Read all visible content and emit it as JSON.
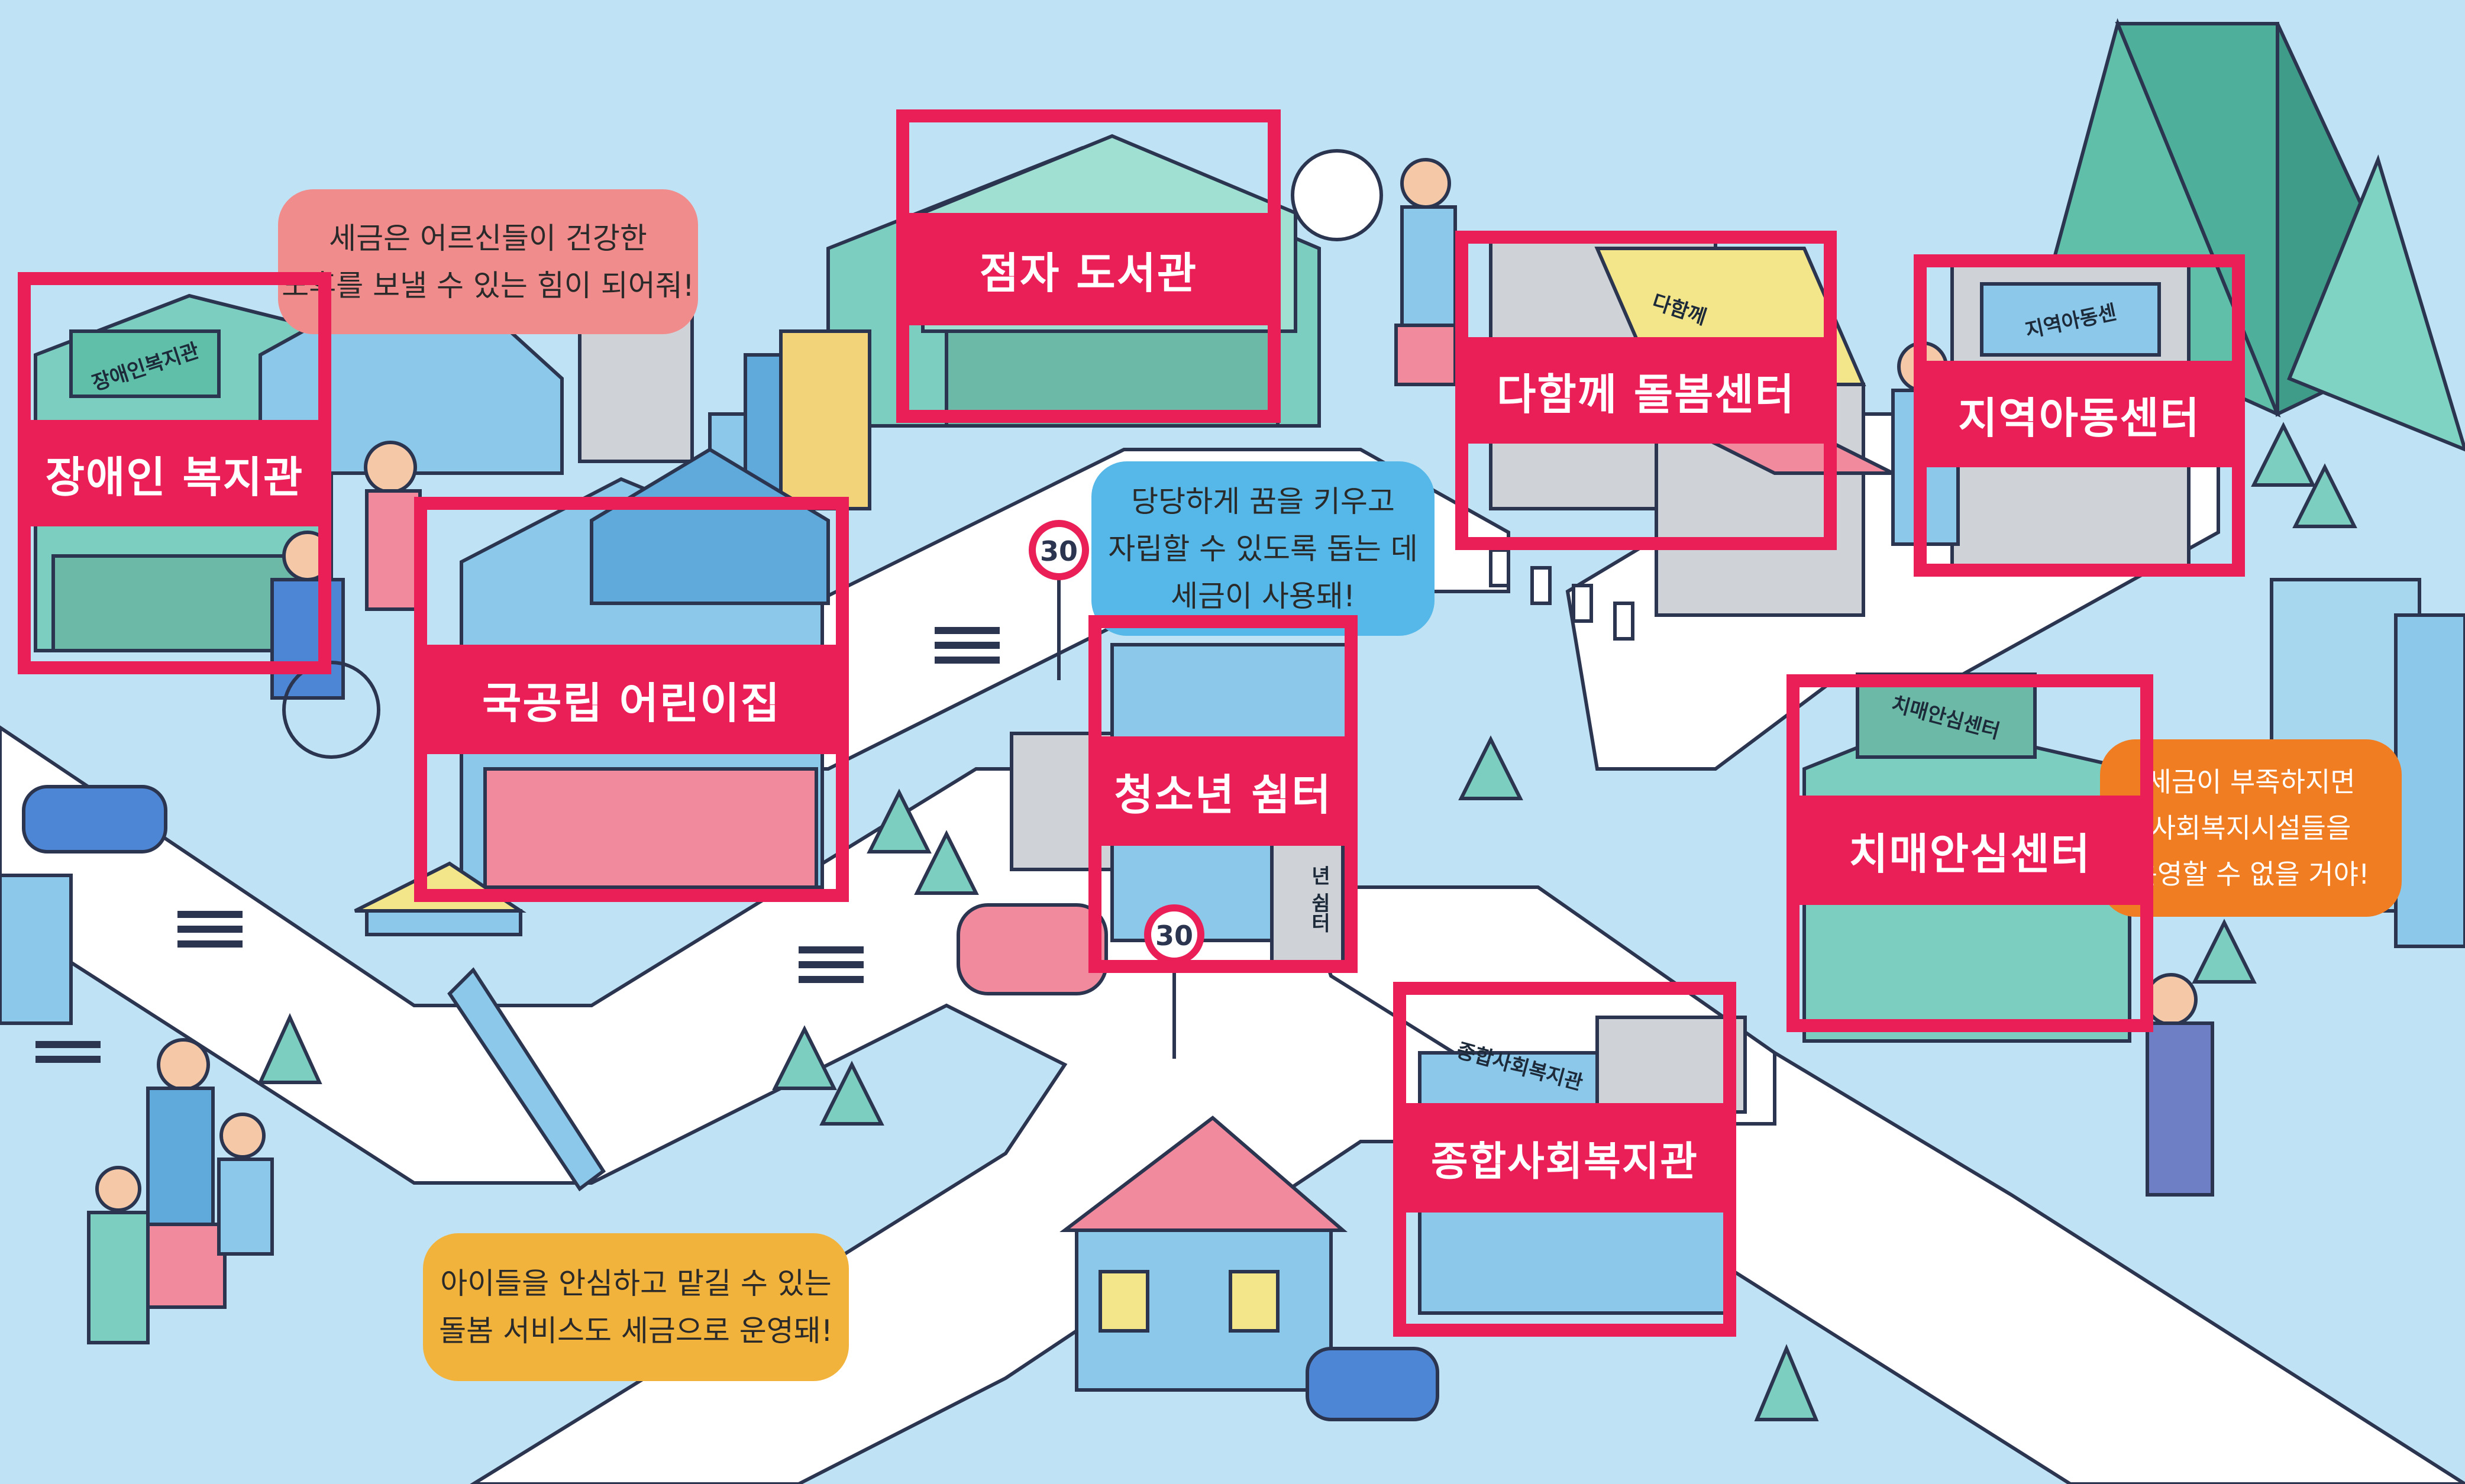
{
  "labels": {
    "disability_welfare": "장애인 복지관",
    "braille_library": "점자 도서관",
    "together_care": "다함께 돌봄센터",
    "community_child": "지역아동센터",
    "national_daycare": "국공립 어린이집",
    "youth_shelter": "청소년 쉼터",
    "dementia_center": "치매안심센터",
    "general_welfare": "종합사회복지관"
  },
  "signs": {
    "disability_welfare": "장애인복지관",
    "together_care": "다함께",
    "community_child": "지역아동센",
    "dementia_center": "치매안심센터",
    "general_welfare": "종합사회복지관",
    "youth_shelter": "년 쉼터"
  },
  "road_signs": {
    "speed_limit_1": "30",
    "speed_limit_2": "30"
  },
  "bubbles": {
    "elderly": {
      "line1": "세금은 어르신들이 건강한",
      "line2": "노후를 보낼 수 있는 힘이 되어줘!",
      "color": "#f08c8c"
    },
    "dreams": {
      "line1": "당당하게 꿈을 키우고",
      "line2": "자립할 수 있도록 돕는 데",
      "line3": "세금이 사용돼!",
      "color": "#55b8e8"
    },
    "childcare": {
      "line1": "아이들을 안심하고 맡길 수 있는",
      "line2": "돌봄 서비스도 세금으로 운영돼!",
      "color": "#f2b33c"
    },
    "shortage": {
      "line1": "세금이 부족하지면",
      "line2": "사회복지시설들을",
      "line3": "운영할 수 없을 거야!",
      "color": "#f07d22"
    }
  },
  "colors": {
    "accent": "#ea1f58",
    "background": "#bfe3f5",
    "road": "#ffffff",
    "building_teal": "#7ccfc0",
    "building_blue": "#8cc8ea"
  }
}
